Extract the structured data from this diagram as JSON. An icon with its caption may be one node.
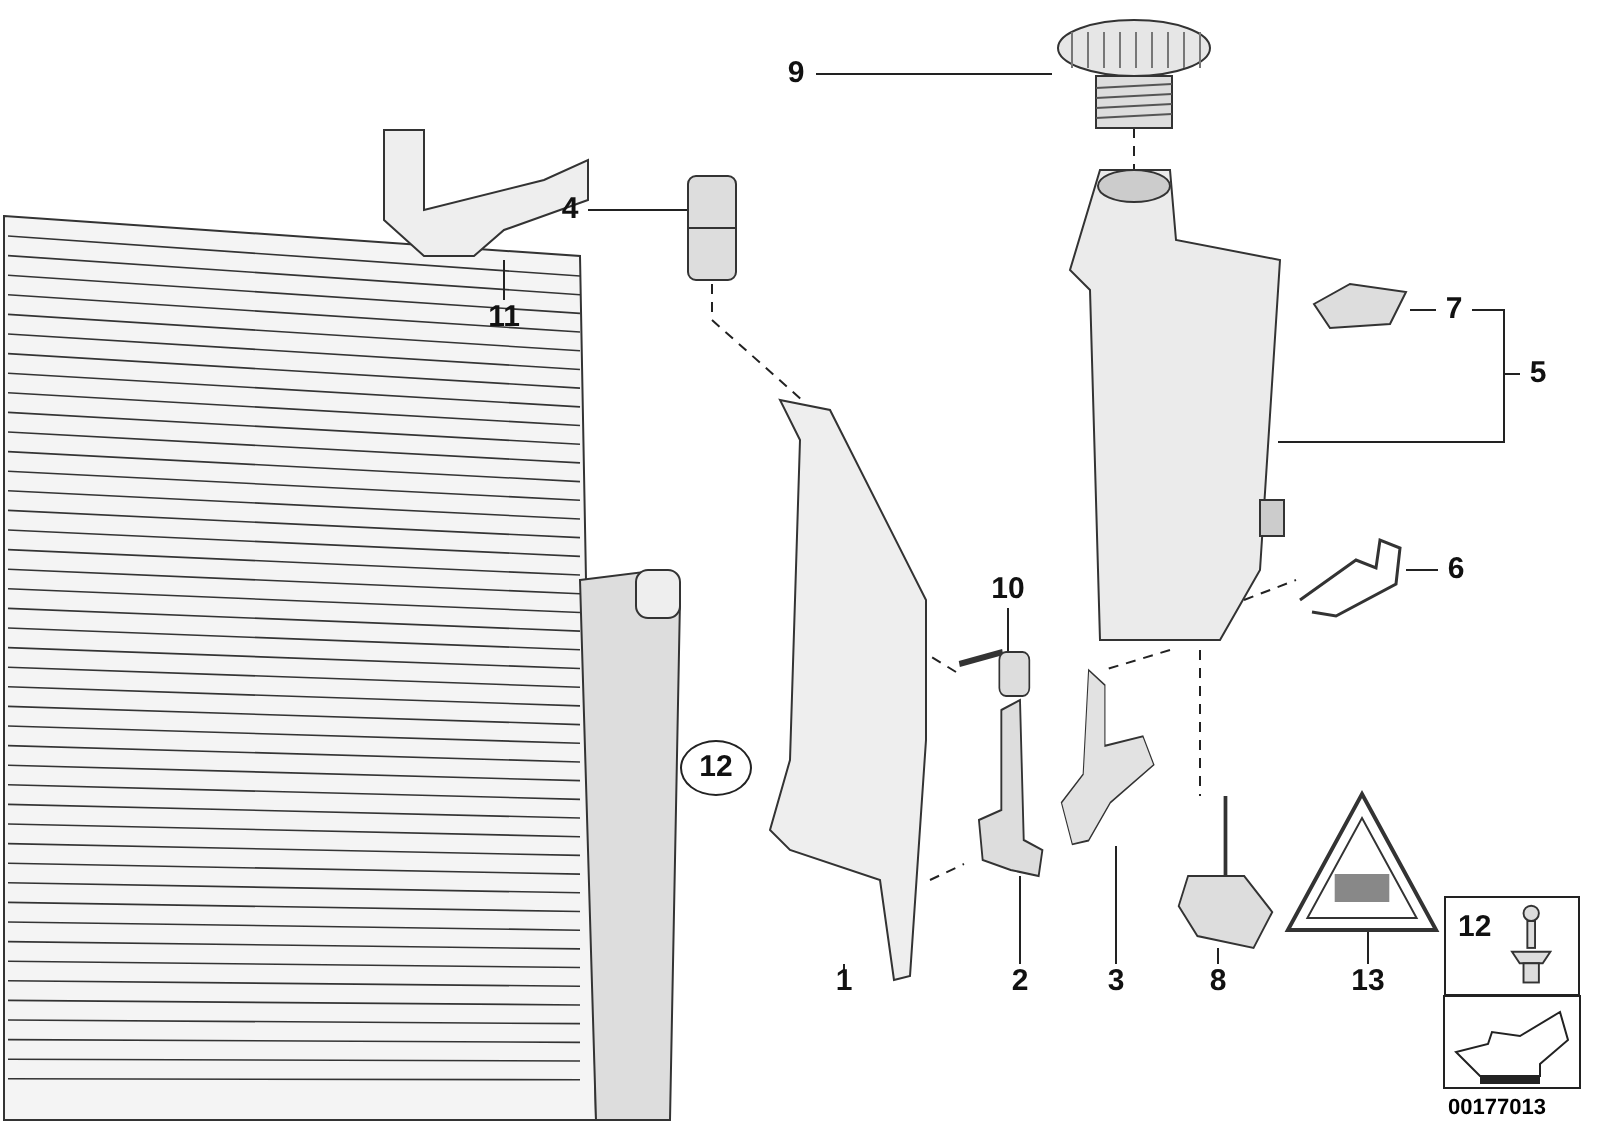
{
  "diagram": {
    "nodes": [
      {
        "text": [
          "9"
        ]
      },
      {
        "text": [],
        "shape": "picture"
      },
      {
        "text": [
          "11"
        ]
      },
      {
        "text": [],
        "shape": "picture"
      },
      {
        "text": [
          "4"
        ]
      },
      {
        "text": [],
        "shape": "picture"
      },
      {
        "text": [
          "7"
        ]
      },
      {
        "text": [],
        "shape": "picture"
      },
      {
        "text": [
          "5"
        ]
      },
      {
        "text": [],
        "shape": "picture"
      },
      {
        "text": [
          "6"
        ]
      },
      {
        "text": [],
        "shape": "picture"
      },
      {
        "text": [
          "10"
        ]
      },
      {
        "text": [],
        "shape": "picture"
      },
      {
        "text": [
          "12"
        ]
      },
      {
        "text": [
          "1"
        ]
      },
      {
        "text": [],
        "shape": "picture"
      },
      {
        "text": [
          "2"
        ]
      },
      {
        "text": [],
        "shape": "picture"
      },
      {
        "text": [
          "3"
        ]
      },
      {
        "text": [],
        "shape": "picture"
      },
      {
        "text": [
          "8"
        ]
      },
      {
        "text": [],
        "shape": "picture"
      },
      {
        "text": [
          "13"
        ]
      },
      {
        "text": [],
        "shape": "picture"
      },
      {
        "text": [
          "12"
        ]
      }
    ],
    "edges": [
      {
        "from": 0,
        "to": 1,
        "arrow": "none"
      },
      {
        "from": 2,
        "to": 3,
        "arrow": "none"
      },
      {
        "from": 4,
        "to": 5,
        "arrow": "none"
      },
      {
        "from": 6,
        "to": 7,
        "arrow": "none"
      },
      {
        "from": 8,
        "to": 6,
        "arrow": "none"
      },
      {
        "from": 8,
        "to": 9,
        "arrow": "none"
      },
      {
        "from": 10,
        "to": 11,
        "arrow": "none"
      },
      {
        "from": 12,
        "to": 13,
        "arrow": "none"
      },
      {
        "from": 15,
        "to": 16,
        "arrow": "none"
      },
      {
        "from": 17,
        "to": 18,
        "arrow": "none"
      },
      {
        "from": 19,
        "to": 20,
        "arrow": "none"
      },
      {
        "from": 21,
        "to": 22,
        "arrow": "none"
      },
      {
        "from": 23,
        "to": 24,
        "arrow": "none"
      },
      {
        "from": 1,
        "to": 9,
        "arrow": "none",
        "style": "dashed"
      },
      {
        "from": 5,
        "to": 16,
        "arrow": "none",
        "style": "dashed"
      },
      {
        "from": 13,
        "to": 16,
        "arrow": "none",
        "style": "dashed"
      },
      {
        "from": 16,
        "to": 18,
        "arrow": "none",
        "style": "dashed"
      },
      {
        "from": 9,
        "to": 11,
        "arrow": "none",
        "style": "dashed"
      },
      {
        "from": 9,
        "to": 20,
        "arrow": "none",
        "style": "dashed"
      },
      {
        "from": 9,
        "to": 22,
        "arrow": "none",
        "style": "dashed"
      }
    ],
    "labels": [
      "00177013"
    ]
  }
}
